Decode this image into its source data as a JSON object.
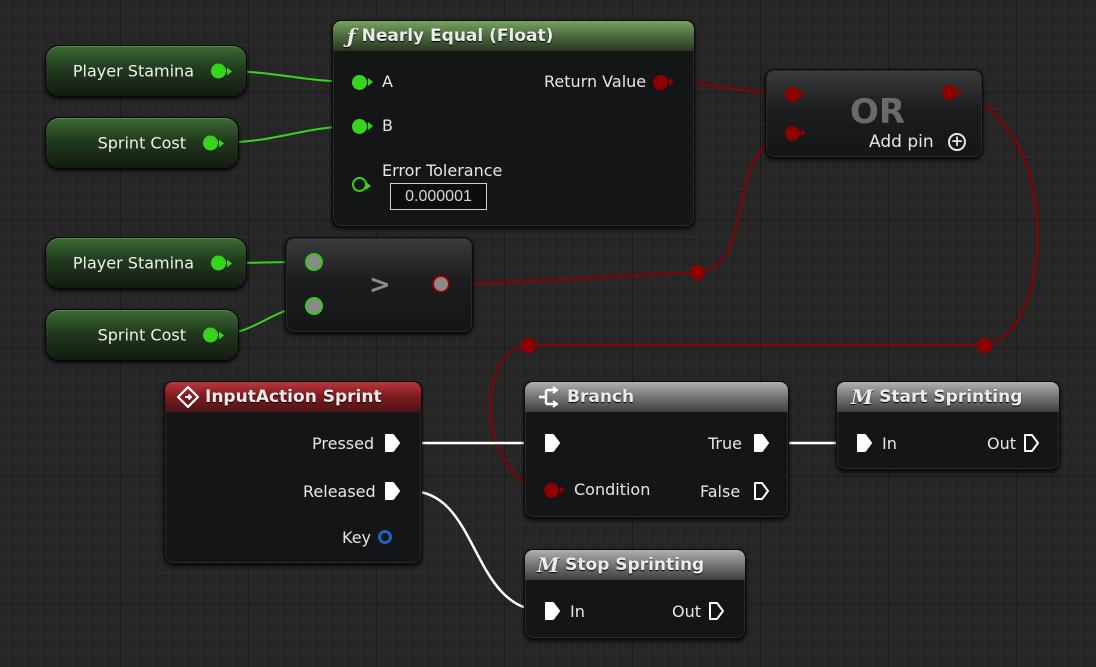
{
  "colors": {
    "float_pin": "#36d41c",
    "bool_pin": "#8e0000",
    "struct_pin": "#1d64c7",
    "exec_pin": "#ffffff",
    "function_header": "#5f8a4b",
    "event_header": "#9b2427",
    "macro_header": "#8a8a8a"
  },
  "variables": {
    "stamina_1": "Player Stamina",
    "cost_1": "Sprint Cost",
    "stamina_2": "Player Stamina",
    "cost_2": "Sprint Cost"
  },
  "nearly_equal": {
    "icon": "function-icon",
    "title": "Nearly Equal (Float)",
    "pin_a": "A",
    "pin_b": "B",
    "error_label": "Error Tolerance",
    "error_value": "0.000001",
    "return_label": "Return Value"
  },
  "or_node": {
    "title": "OR",
    "add_pin": "Add pin",
    "add_icon": "plus-circle-icon"
  },
  "compare_node": {
    "symbol": ">"
  },
  "input_action": {
    "icon": "event-diamond-icon",
    "title": "InputAction Sprint",
    "pressed": "Pressed",
    "released": "Released",
    "key": "Key"
  },
  "branch": {
    "icon": "branch-icon",
    "title": "Branch",
    "condition": "Condition",
    "true_label": "True",
    "false_label": "False"
  },
  "start_sprinting": {
    "icon": "macro-icon",
    "title": "Start Sprinting",
    "in_label": "In",
    "out_label": "Out"
  },
  "stop_sprinting": {
    "icon": "macro-icon",
    "title": "Stop Sprinting",
    "in_label": "In",
    "out_label": "Out"
  },
  "icons": {
    "function": "ƒ",
    "macro": "M",
    "add": "+"
  }
}
